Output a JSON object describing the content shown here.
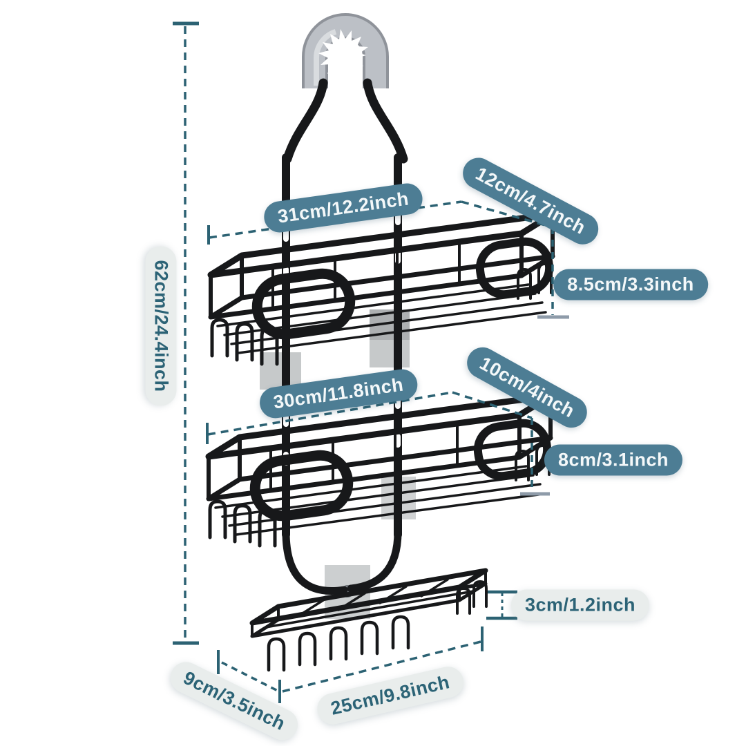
{
  "diagram": {
    "type": "product-dimension-diagram",
    "subject": "hanging-shower-caddy"
  },
  "dimensions": {
    "overall_height": "62cm/24.4inch",
    "top_basket_width": "31cm/12.2inch",
    "top_basket_depth": "12cm/4.7inch",
    "top_basket_height": "8.5cm/3.3inch",
    "middle_basket_width": "30cm/11.8inch",
    "middle_basket_depth": "10cm/4inch",
    "middle_basket_height": "8cm/3.1inch",
    "soap_tray_height": "3cm/1.2inch",
    "soap_tray_depth": "9cm/3.5inch",
    "soap_tray_width": "25cm/9.8inch"
  },
  "colors": {
    "background": "#ffffff",
    "badge_teal": "#4d7d94",
    "badge_light": "#e9edec",
    "badge_text_on_teal": "#f4f8f9",
    "badge_text_dark": "#2c6376",
    "dimension_line": "#2c6273",
    "dimension_cap_gray": "#8e9ba9",
    "product_black": "#17181a",
    "hook_gray": "#b7bac0",
    "adhesive_pad_gray": "#bcbfc1"
  }
}
